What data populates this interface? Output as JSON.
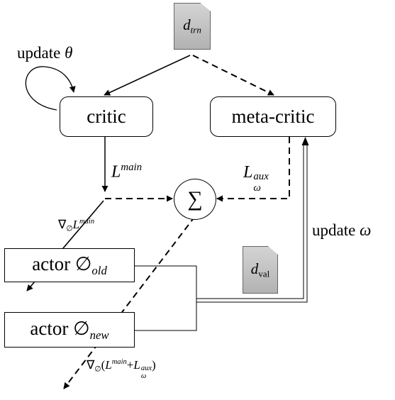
{
  "nodes": {
    "critic": "critic",
    "meta_critic": "meta-critic",
    "actor_old": {
      "prefix": "actor ∅",
      "sub": "old"
    },
    "actor_new": {
      "prefix": "actor ∅",
      "sub": "new"
    },
    "sum": "∑"
  },
  "data_sources": {
    "train": {
      "base": "d",
      "sub": "trn"
    },
    "val": {
      "base": "d",
      "sub": "val"
    }
  },
  "labels": {
    "update_theta": {
      "text": "update ",
      "sym": "θ"
    },
    "update_omega": {
      "text": "update ",
      "sym": "ω"
    },
    "l_main": {
      "base": "L",
      "sup": "main"
    },
    "l_aux": {
      "base": "L",
      "sup": "aux",
      "sub": "ω"
    },
    "grad_main": {
      "nabla": "∇",
      "sub": "∅",
      "base": "L",
      "sup": "main"
    },
    "grad_total": {
      "nabla": "∇",
      "sub": "∅",
      "open": "(",
      "base1": "L",
      "sup1": "main",
      "plus": "+",
      "base2": "L",
      "sup2": "aux",
      "sub2": "ω",
      "close": ")"
    }
  }
}
